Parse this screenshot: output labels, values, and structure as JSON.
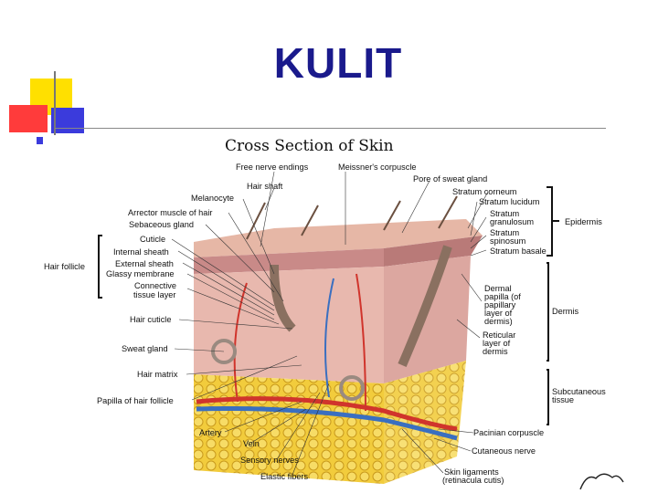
{
  "slide": {
    "title": "KULIT",
    "accent_colors": {
      "yellow": "#ffe000",
      "red": "#ff3b3b",
      "blue": "#3b3bdc",
      "title": "#1a1a8c"
    }
  },
  "diagram": {
    "title": "Cross Section of Skin",
    "labels": {
      "free_nerve_endings": "Free nerve endings",
      "meissners_corpuscle": "Meissner's corpuscle",
      "pore_of_sweat_gland": "Pore of sweat gland",
      "hair_shaft": "Hair shaft",
      "melanocyte": "Melanocyte",
      "arrector_muscle": "Arrector muscle of hair",
      "sebaceous_gland": "Sebaceous gland",
      "cuticle": "Cuticle",
      "internal_sheath": "Internal sheath",
      "external_sheath": "External sheath",
      "glassy_membrane": "Glassy membrane",
      "connective_tissue_1": "Connective",
      "connective_tissue_2": "tissue layer",
      "hair_follicle": "Hair follicle",
      "hair_cuticle": "Hair cuticle",
      "sweat_gland": "Sweat gland",
      "hair_matrix": "Hair matrix",
      "papilla_hair_follicle": "Papilla of hair follicle",
      "artery": "Artery",
      "vein": "Vein",
      "sensory_nerves": "Sensory nerves",
      "elastic_fibers": "Elastic fibers",
      "stratum_corneum": "Stratum corneum",
      "stratum_lucidum": "Stratum lucidum",
      "stratum_granulosum_1": "Stratum",
      "stratum_granulosum_2": "granulosum",
      "stratum_spinosum_1": "Stratum",
      "stratum_spinosum_2": "spinosum",
      "stratum_basale": "Stratum basale",
      "epidermis": "Epidermis",
      "dermal_papilla_1": "Dermal",
      "dermal_papilla_2": "papilla (of",
      "dermal_papilla_3": "papillary",
      "dermal_papilla_4": "layer of",
      "dermal_papilla_5": "dermis)",
      "dermis": "Dermis",
      "reticular_1": "Reticular",
      "reticular_2": "layer of",
      "reticular_3": "dermis",
      "subcutaneous_1": "Subcutaneous",
      "subcutaneous_2": "tissue",
      "pacinian_corpuscle": "Pacinian corpuscle",
      "cutaneous_nerve": "Cutaneous nerve",
      "skin_ligaments_1": "Skin ligaments",
      "skin_ligaments_2": "(retinacula cutis)"
    }
  }
}
